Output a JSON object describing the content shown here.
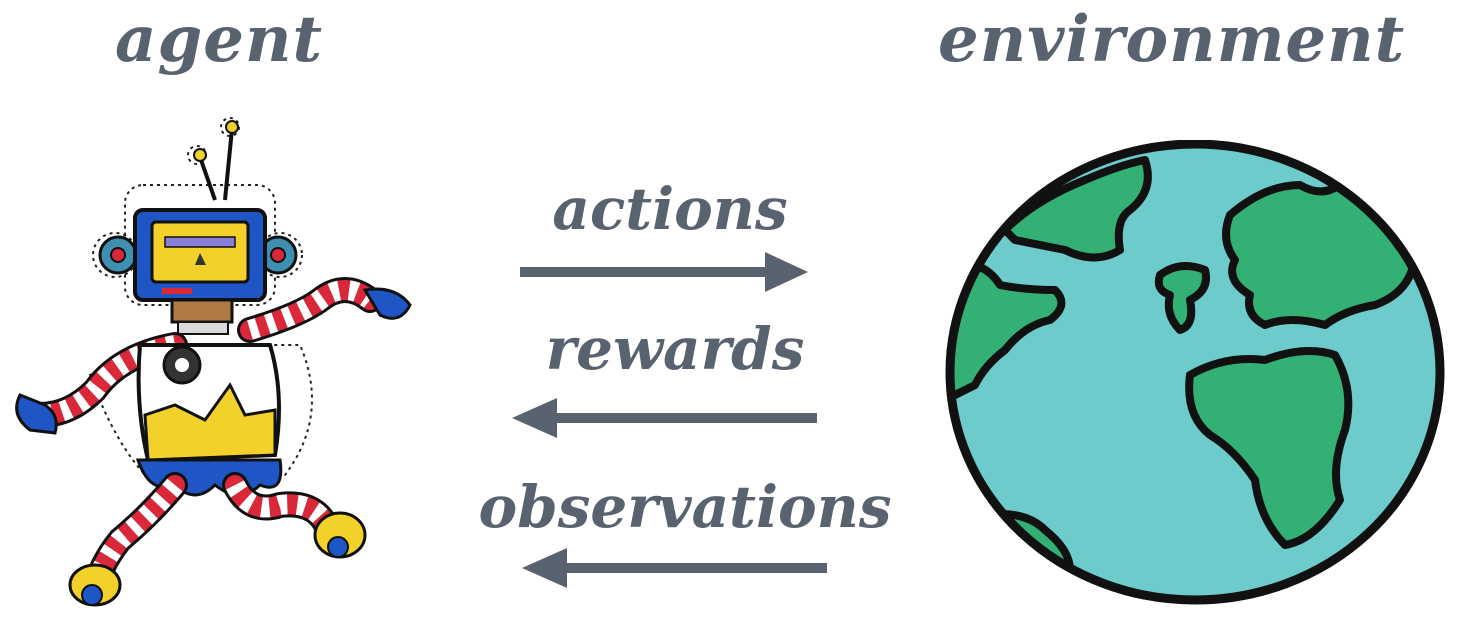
{
  "titles": {
    "agent": "agent",
    "environment": "environment"
  },
  "arrows": {
    "actions": {
      "label": "actions",
      "direction": "right"
    },
    "rewards": {
      "label": "rewards",
      "direction": "left"
    },
    "observations": {
      "label": "observations",
      "direction": "left"
    }
  },
  "icons": {
    "agent": "robot-icon",
    "environment": "globe-icon"
  },
  "colors": {
    "text": "#59626f",
    "arrow": "#59626f",
    "ocean": "#6ecbcc",
    "land": "#33b175",
    "outline": "#111111",
    "robot_blue": "#1f56c5",
    "robot_red": "#d8283a",
    "robot_yellow": "#f3d12b"
  }
}
